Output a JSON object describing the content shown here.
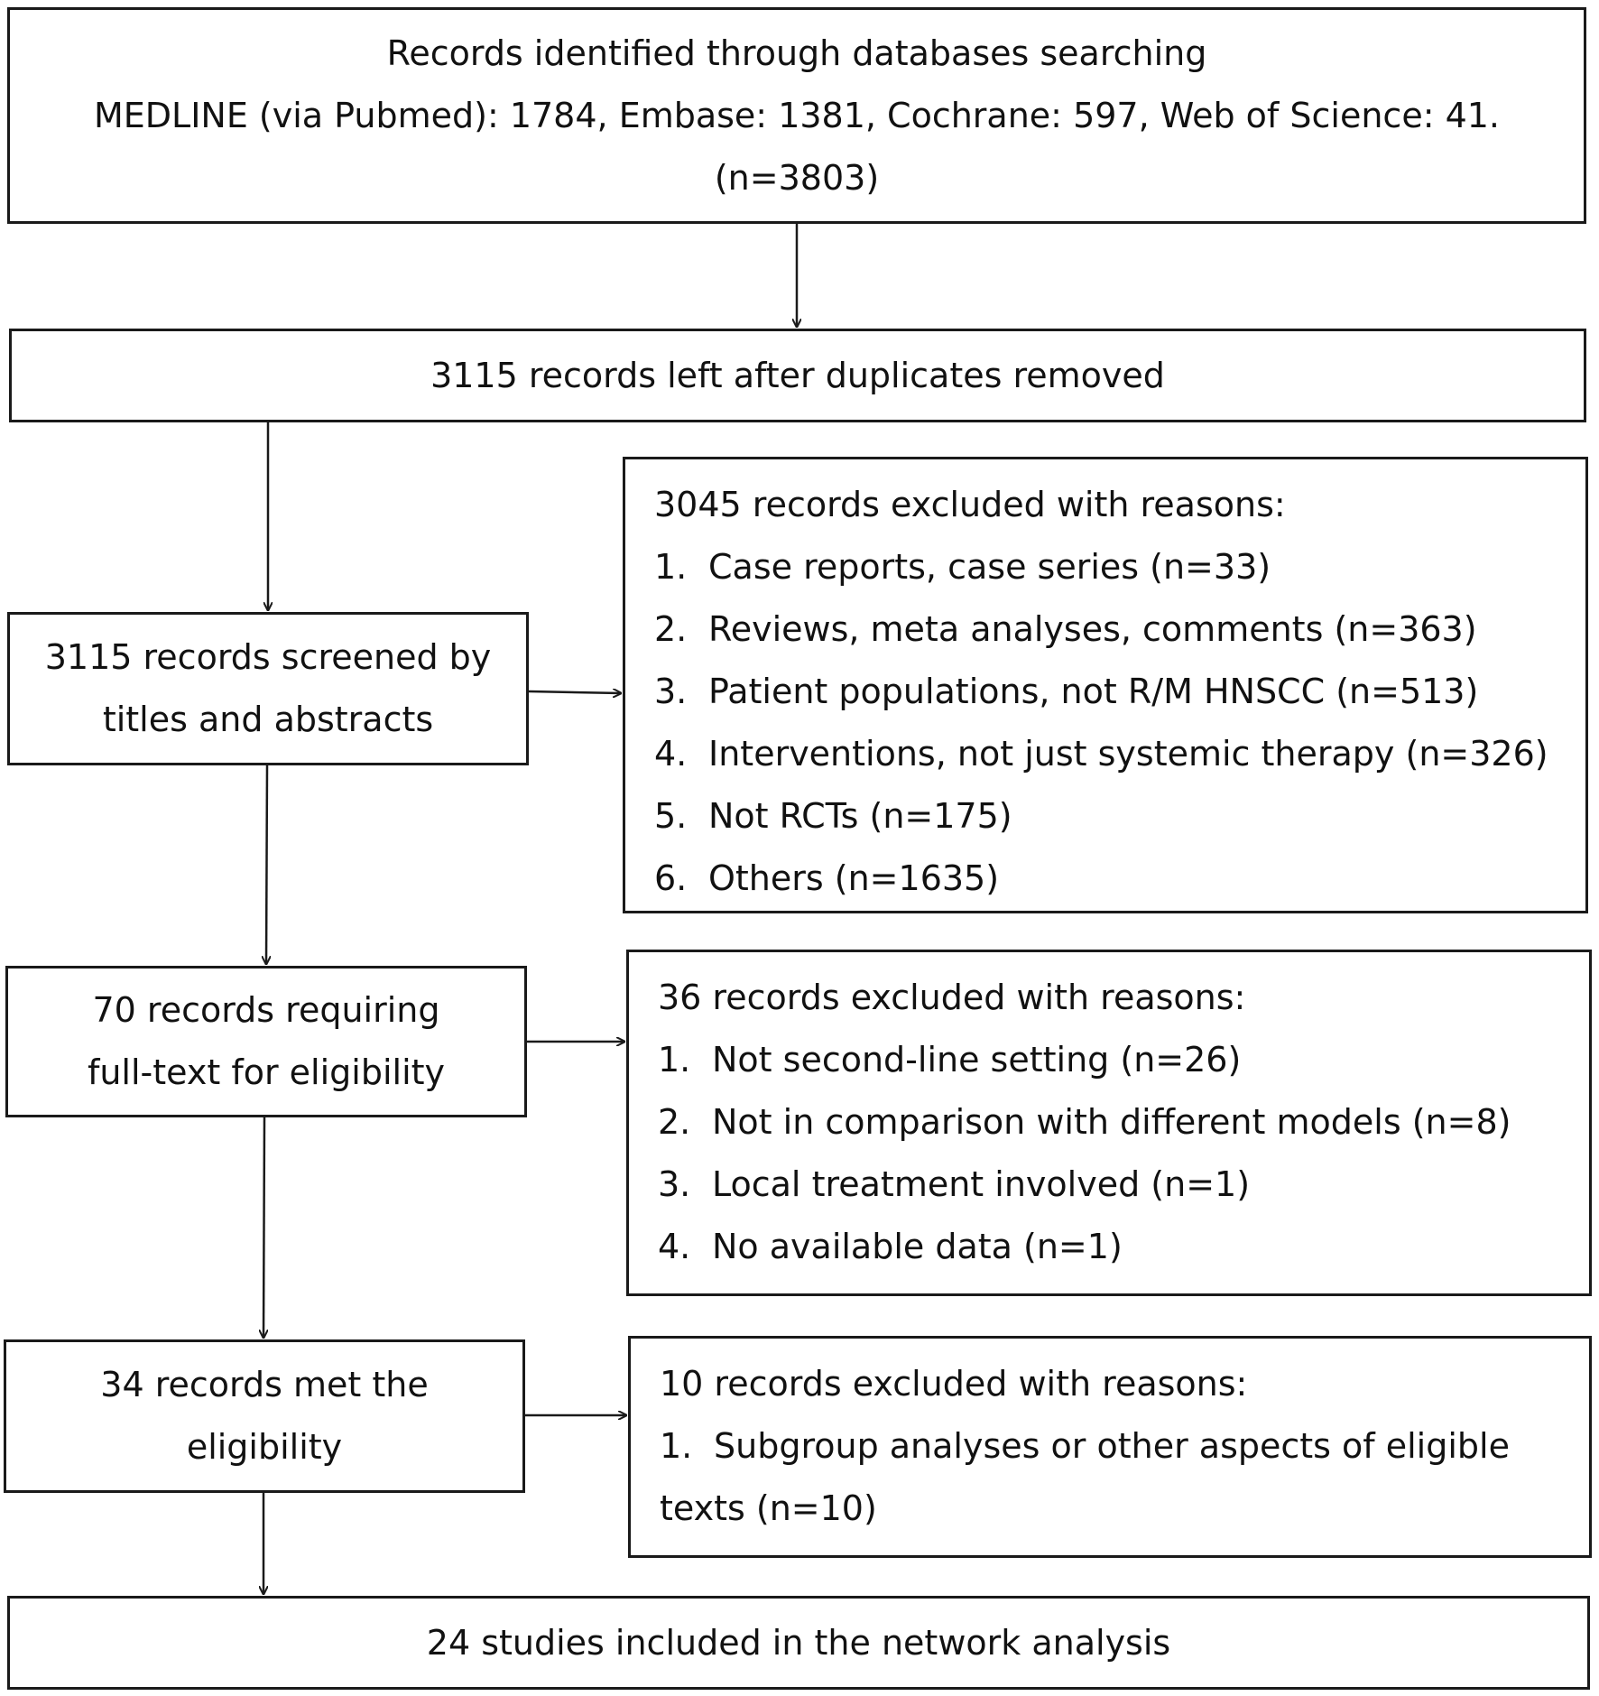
{
  "identified": {
    "line1": "Records identified through databases searching",
    "line2": "MEDLINE (via Pubmed): 1784, Embase: 1381, Cochrane: 597, Web of Science: 41.",
    "line3": "(n=3803)"
  },
  "duplicates": {
    "text": "3115 records left after duplicates removed"
  },
  "screened": {
    "line1": "3115 records screened by",
    "line2": "titles and abstracts"
  },
  "excluded1": {
    "title": "3045 records excluded with reasons:",
    "items": [
      {
        "num": "1.",
        "text": "Case reports, case series (n=33)"
      },
      {
        "num": "2.",
        "text": "Reviews, meta analyses, comments (n=363)"
      },
      {
        "num": "3.",
        "text": "Patient populations, not R/M HNSCC (n=513)"
      },
      {
        "num": "4.",
        "text": "Interventions, not just systemic therapy (n=326)"
      },
      {
        "num": "5.",
        "text": "Not RCTs (n=175)"
      },
      {
        "num": "6.",
        "text": "Others (n=1635)"
      }
    ]
  },
  "fulltext": {
    "line1": "70 records requiring",
    "line2": "full-text for eligibility"
  },
  "excluded2": {
    "title": "36 records excluded with reasons:",
    "items": [
      {
        "num": "1.",
        "text": "Not second-line setting (n=26)"
      },
      {
        "num": "2.",
        "text": "Not in comparison with different models (n=8)"
      },
      {
        "num": "3.",
        "text": "Local treatment involved (n=1)"
      },
      {
        "num": "4.",
        "text": "No available data (n=1)"
      }
    ]
  },
  "eligible": {
    "line1": "34 records met the",
    "line2": "eligibility"
  },
  "excluded3": {
    "title": "10 records excluded with reasons:",
    "item_num": "1.",
    "item_line1": "Subgroup analyses or other aspects of eligible",
    "item_line2": "texts (n=10)"
  },
  "included": {
    "text": "24 studies included in the network analysis"
  },
  "colors": {
    "stroke": "#1a1a1a",
    "text": "#111111",
    "background": "#ffffff"
  }
}
